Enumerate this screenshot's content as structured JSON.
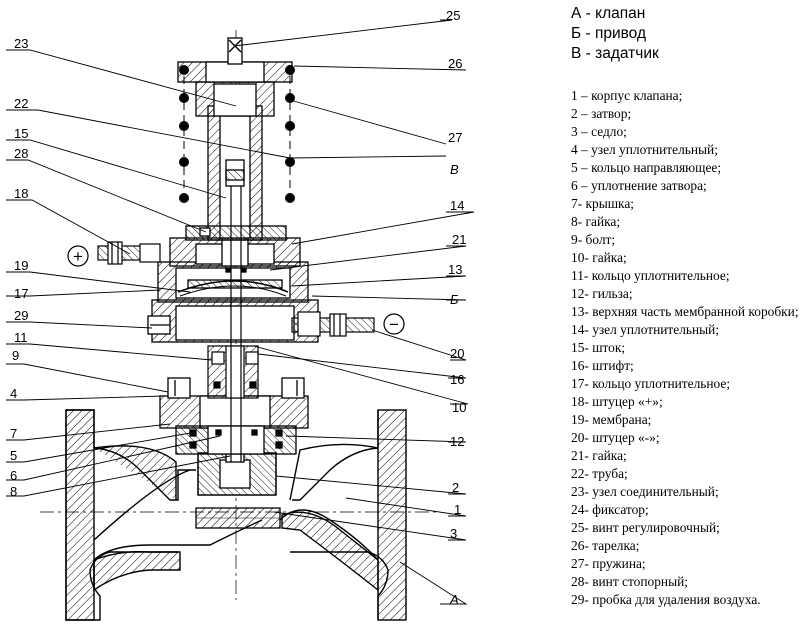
{
  "legend": [
    {
      "text": "А - клапан"
    },
    {
      "text": "Б - привод"
    },
    {
      "text": "В - задатчик"
    }
  ],
  "parts": [
    "1 – корпус клапана;",
    "2 – затвор;",
    "3 – седло;",
    "4 – узел уплотнительный;",
    "5 – кольцо направляющее;",
    "6 – уплотнение затвора;",
    "7- крышка;",
    "8- гайка;",
    "9- болт;",
    "10- гайка;",
    "11- кольцо уплотнительное;",
    "12- гильза;",
    "13- верхняя часть мембранной коробки;",
    "14- узел уплотнительный;",
    "15- шток;",
    "16- штифт;",
    "17- кольцо уплотнительное;",
    "18- штуцер «+»;",
    "19- мембрана;",
    "20- штуцер «-»;",
    "21- гайка;",
    "22- труба;",
    "23- узел соединительный;",
    "24- фиксатор;",
    "25- винт регулировочный;",
    "26- тарелка;",
    "27- пружина;",
    "28- винт стопорный;",
    "29- пробка для удаления воздуха."
  ],
  "callouts": {
    "n1": "1",
    "n2": "2",
    "n3": "3",
    "n4": "4",
    "n5": "5",
    "n6": "6",
    "n7": "7",
    "n8": "8",
    "n9": "9",
    "n10": "10",
    "n11": "11",
    "n12": "12",
    "n13": "13",
    "n14": "14",
    "n15": "15",
    "n16": "16",
    "n17": "17",
    "n18": "18",
    "n19": "19",
    "n20": "20",
    "n21": "21",
    "n22": "22",
    "n23": "23",
    "n25": "25",
    "n26": "26",
    "n27": "27",
    "n28": "28",
    "n29": "29",
    "lA": "А",
    "lB": "Б",
    "lV": "В"
  },
  "symbols": {
    "plus": "+",
    "minus": "−"
  }
}
